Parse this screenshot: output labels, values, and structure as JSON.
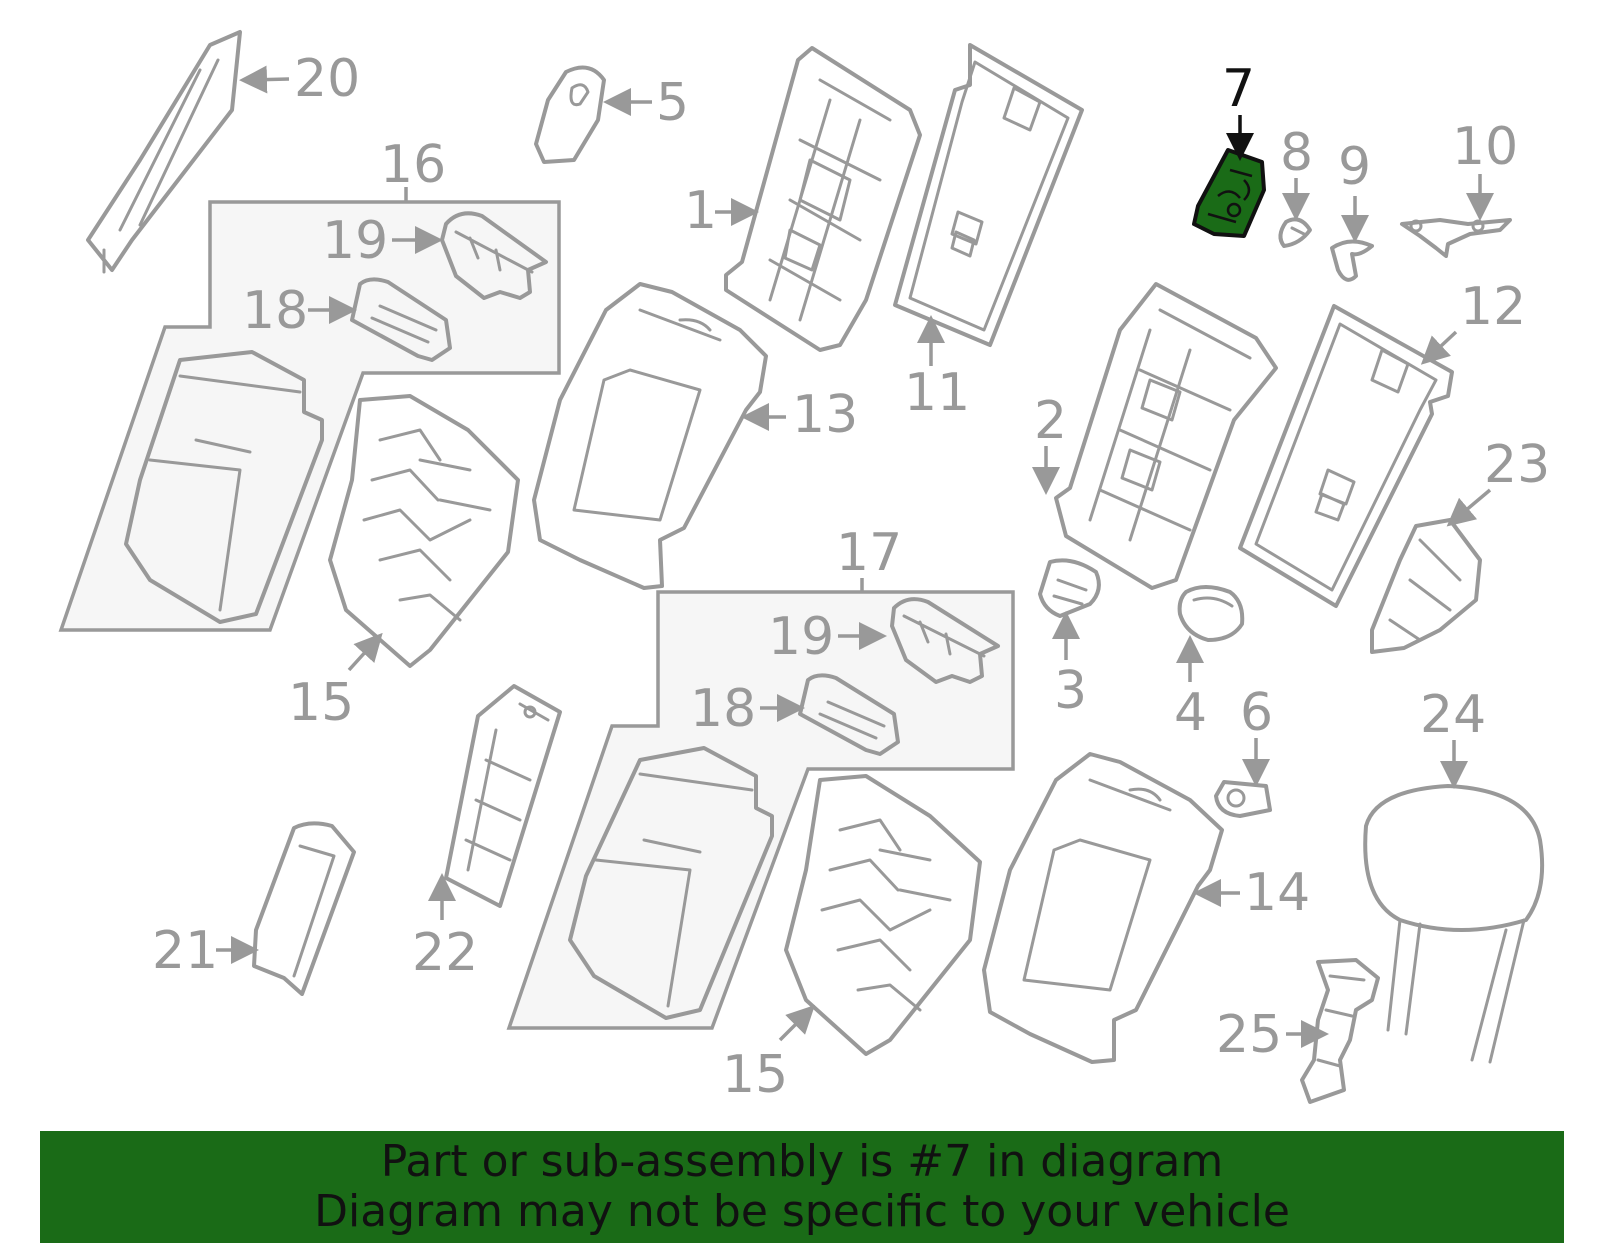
{
  "diagram": {
    "highlighted_part": "7",
    "highlight_color": "#1a6b17",
    "line_color": "#999999",
    "callouts": [
      "1",
      "2",
      "3",
      "4",
      "5",
      "6",
      "7",
      "8",
      "9",
      "10",
      "11",
      "12",
      "13",
      "14",
      "15",
      "15",
      "16",
      "17",
      "18",
      "18",
      "19",
      "19",
      "20",
      "21",
      "22",
      "23",
      "24",
      "25"
    ]
  },
  "banner": {
    "line1": "Part or sub-assembly is #7 in diagram",
    "line2": "Diagram may not be specific to your vehicle"
  }
}
